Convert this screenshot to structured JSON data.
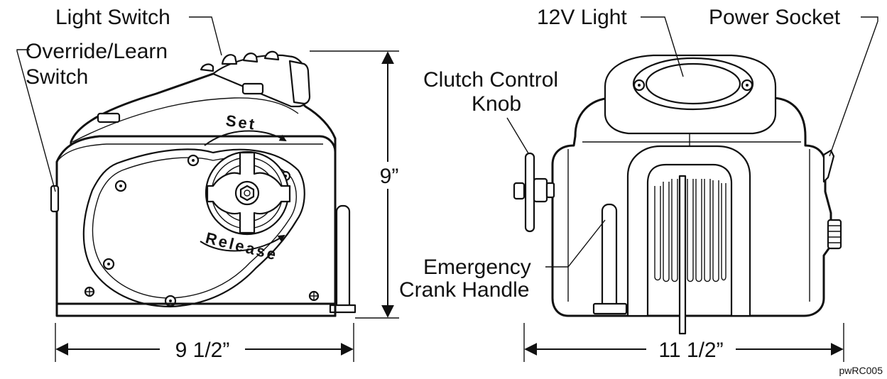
{
  "labels": {
    "light_switch": "Light Switch",
    "override_line1": "Override/Learn",
    "override_line2": "Switch",
    "set": "Set",
    "release": "Release",
    "height": "9”",
    "width_side": "9 1/2”",
    "light_12v": "12V Light",
    "power_socket": "Power Socket",
    "clutch_line1": "Clutch Control",
    "clutch_line2": "Knob",
    "crank_line1": "Emergency",
    "crank_line2": "Crank Handle",
    "width_front": "11 1/2”",
    "figure_code": "pwRC005"
  },
  "colors": {
    "ink": "#111111",
    "paper": "#ffffff"
  }
}
